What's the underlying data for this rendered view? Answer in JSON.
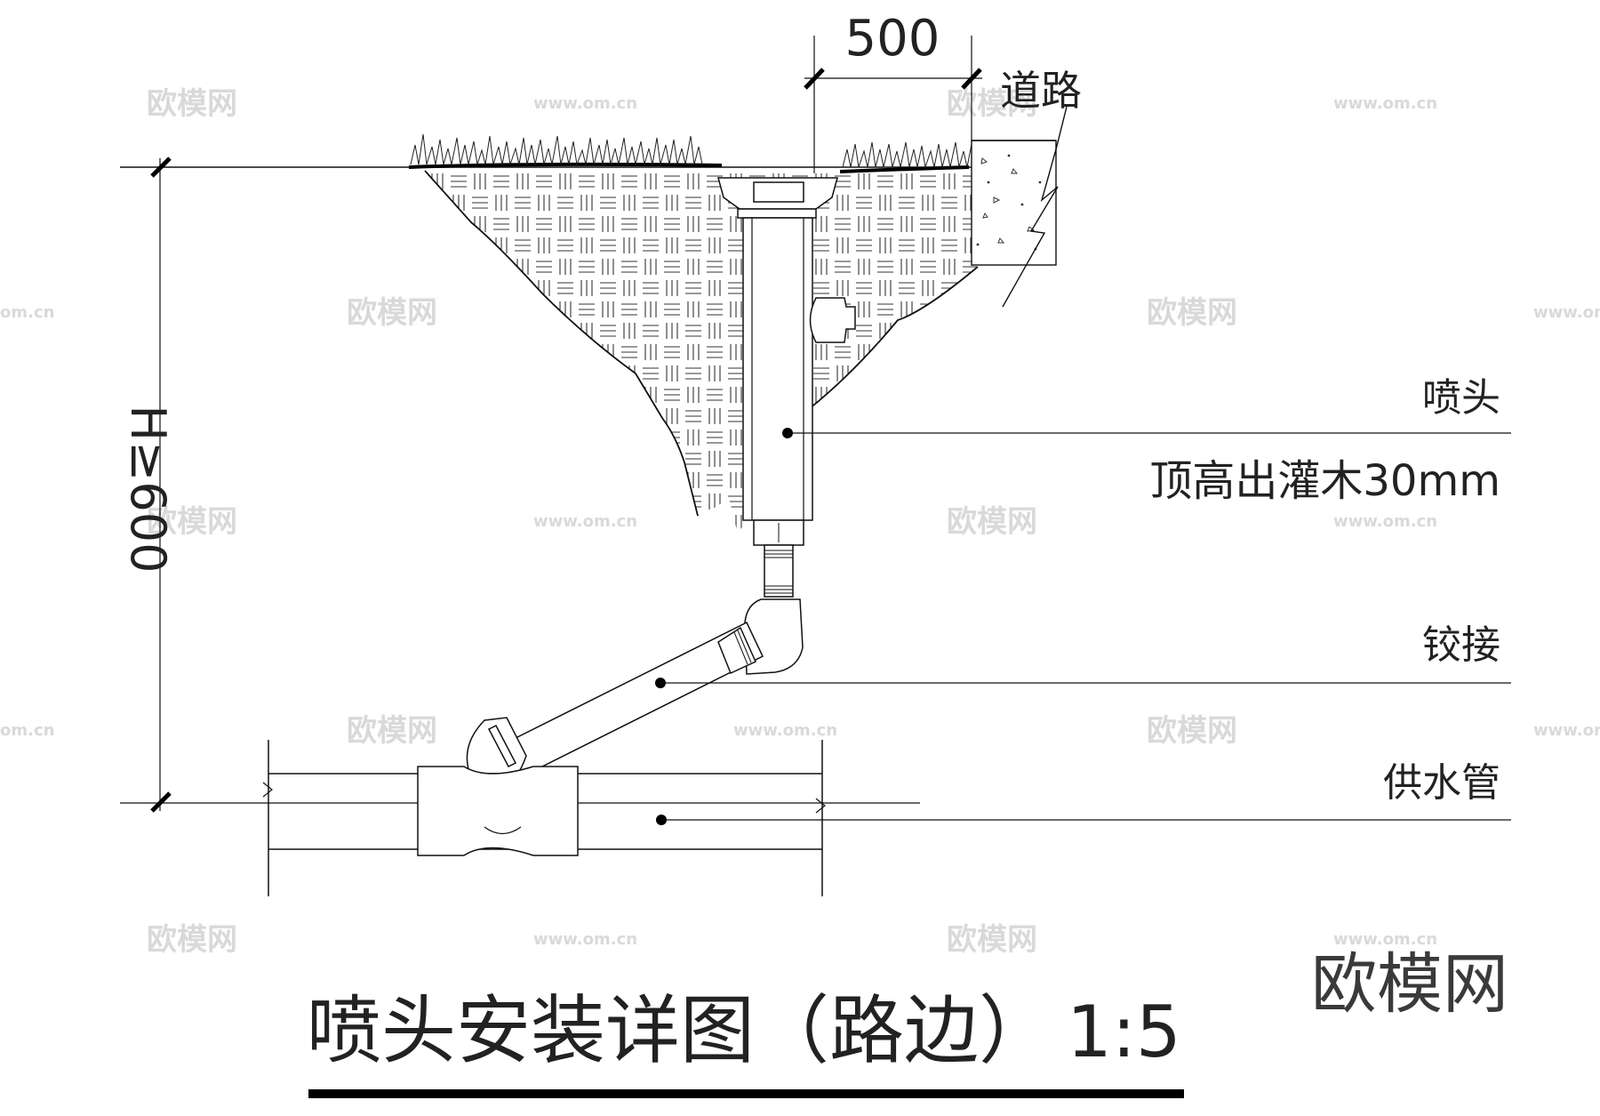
{
  "drawing": {
    "title": "喷头安装详图（路边）",
    "scale": "1:5",
    "dim_width": "500",
    "dim_depth": "H≥600",
    "road_label": "道路"
  },
  "callouts": {
    "sprinkler": "喷头",
    "sprinkler_note": "顶高出灌木30mm",
    "swing_joint": "铰接",
    "supply_pipe": "供水管"
  },
  "watermark": {
    "brand": "欧模网",
    "url": "www.om.cn",
    "url_partial": "om.cn"
  },
  "colors": {
    "ink": "#111111",
    "watermark": "#d9d9d9"
  }
}
